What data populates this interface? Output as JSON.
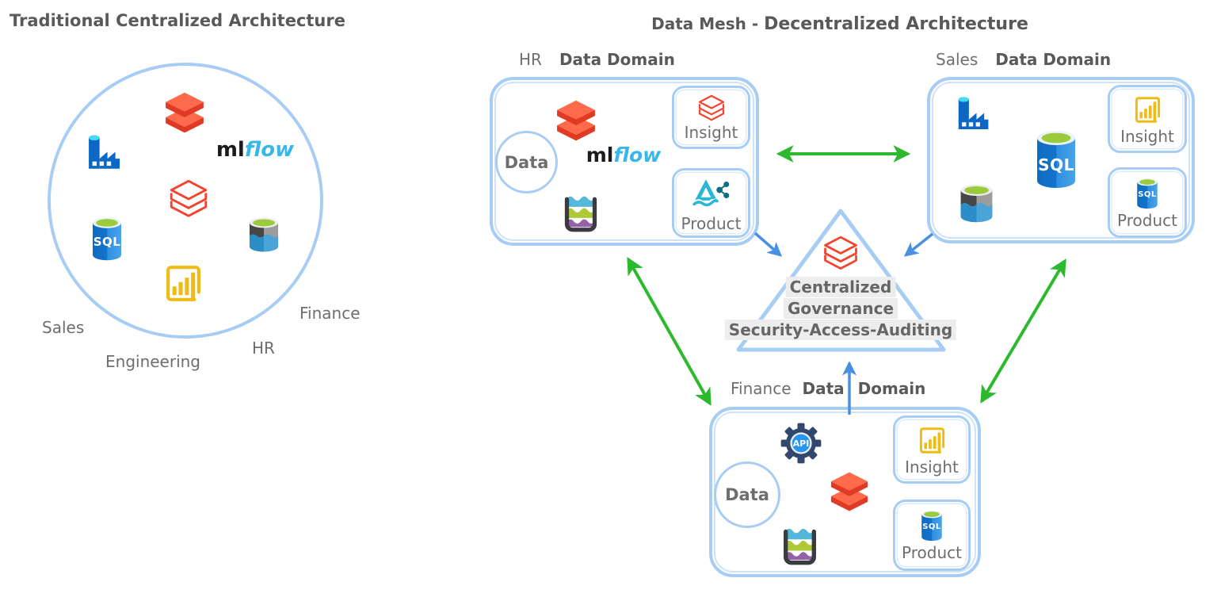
{
  "colors": {
    "border_blue": "#a8cdf4",
    "arrow_green": "#2db92d",
    "arrow_blue": "#4a90e2",
    "databricks_red": "#e8402a",
    "powerbi_gold": "#eebc15",
    "title_gray": "#595959",
    "label_gray": "#6e6e6e"
  },
  "left_panel": {
    "title": "Traditional Centralized Architecture",
    "mlflow": {
      "ml": "ml",
      "flow": "flow"
    },
    "sql_label": "SQL",
    "labels": {
      "sales": "Sales",
      "engineering": "Engineering",
      "hr": "HR",
      "finance": "Finance"
    }
  },
  "right_panel": {
    "title_prefix": "Data Mesh - ",
    "title_main": "Decentralized Architecture",
    "governance": {
      "line1": "Centralized",
      "line2": "Governance",
      "line3": "Security-Access-Auditing"
    },
    "domains": {
      "hr": {
        "name": "HR",
        "type_label": "Data Domain",
        "data_label": "Data",
        "mlflow": {
          "ml": "ml",
          "flow": "flow"
        },
        "insight_label": "Insight",
        "product_label": "Product"
      },
      "sales": {
        "name": "Sales",
        "type_label": "Data Domain",
        "sql_label": "SQL",
        "insight_label": "Insight",
        "product_label": "Product",
        "product_sql_label": "SQL"
      },
      "finance": {
        "name": "Finance",
        "type_label": "Data Domain",
        "data_label": "Data",
        "api_label": "API",
        "insight_label": "Insight",
        "product_label": "Product",
        "product_sql_label": "SQL"
      }
    }
  }
}
